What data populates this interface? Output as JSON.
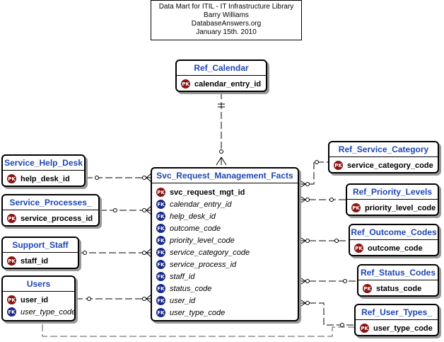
{
  "header": {
    "lines": [
      "Data Mart for ITIL - IT Infrastructure Library",
      "Barry Williams",
      "DatabaseAnswers.org",
      "January 15th. 2010"
    ]
  },
  "key_labels": {
    "pk": "PK",
    "fk": "FK"
  },
  "colors": {
    "entity_name": "#1f46b4",
    "pk_badge": "#8b1515",
    "fk_badge": "#1b2a8c"
  },
  "entities": {
    "ref_calendar": {
      "name": "Ref_Calendar",
      "attrs": [
        {
          "key": "PK",
          "name": "calendar_entry_id"
        }
      ]
    },
    "service_help_desk": {
      "name": "Service_Help_Desk",
      "attrs": [
        {
          "key": "PK",
          "name": "help_desk_id"
        }
      ]
    },
    "service_processes": {
      "name": "Service_Processes_",
      "attrs": [
        {
          "key": "PK",
          "name": "service_process_id"
        }
      ]
    },
    "support_staff": {
      "name": "Support_Staff",
      "attrs": [
        {
          "key": "PK",
          "name": "staff_id"
        }
      ]
    },
    "users": {
      "name": "Users",
      "attrs": [
        {
          "key": "PK",
          "name": "user_id"
        },
        {
          "key": "FK",
          "name": "user_type_code"
        }
      ]
    },
    "facts": {
      "name": "Svc_Request_Management_Facts",
      "attrs": [
        {
          "key": "PK",
          "name": "svc_request_mgt_id"
        },
        {
          "key": "FK",
          "name": "calendar_entry_id"
        },
        {
          "key": "FK",
          "name": "help_desk_id"
        },
        {
          "key": "FK",
          "name": "outcome_code"
        },
        {
          "key": "FK",
          "name": "priority_level_code"
        },
        {
          "key": "FK",
          "name": "service_category_code"
        },
        {
          "key": "FK",
          "name": "service_process_id"
        },
        {
          "key": "FK",
          "name": "staff_id"
        },
        {
          "key": "FK",
          "name": "status_code"
        },
        {
          "key": "FK",
          "name": "user_id"
        },
        {
          "key": "FK",
          "name": "user_type_code"
        }
      ]
    },
    "ref_service_category": {
      "name": "Ref_Service_Category",
      "attrs": [
        {
          "key": "PK",
          "name": "service_category_code"
        }
      ]
    },
    "ref_priority_levels": {
      "name": "Ref_Priority_Levels",
      "attrs": [
        {
          "key": "PK",
          "name": "priority_level_code"
        }
      ]
    },
    "ref_outcome_codes": {
      "name": "Ref_Outcome_Codes",
      "attrs": [
        {
          "key": "PK",
          "name": "outcome_code"
        }
      ]
    },
    "ref_status_codes": {
      "name": "Ref_Status_Codes",
      "attrs": [
        {
          "key": "PK",
          "name": "status_code"
        }
      ]
    },
    "ref_user_types": {
      "name": "Ref_User_Types_",
      "attrs": [
        {
          "key": "PK",
          "name": "user_type_code"
        }
      ]
    }
  }
}
